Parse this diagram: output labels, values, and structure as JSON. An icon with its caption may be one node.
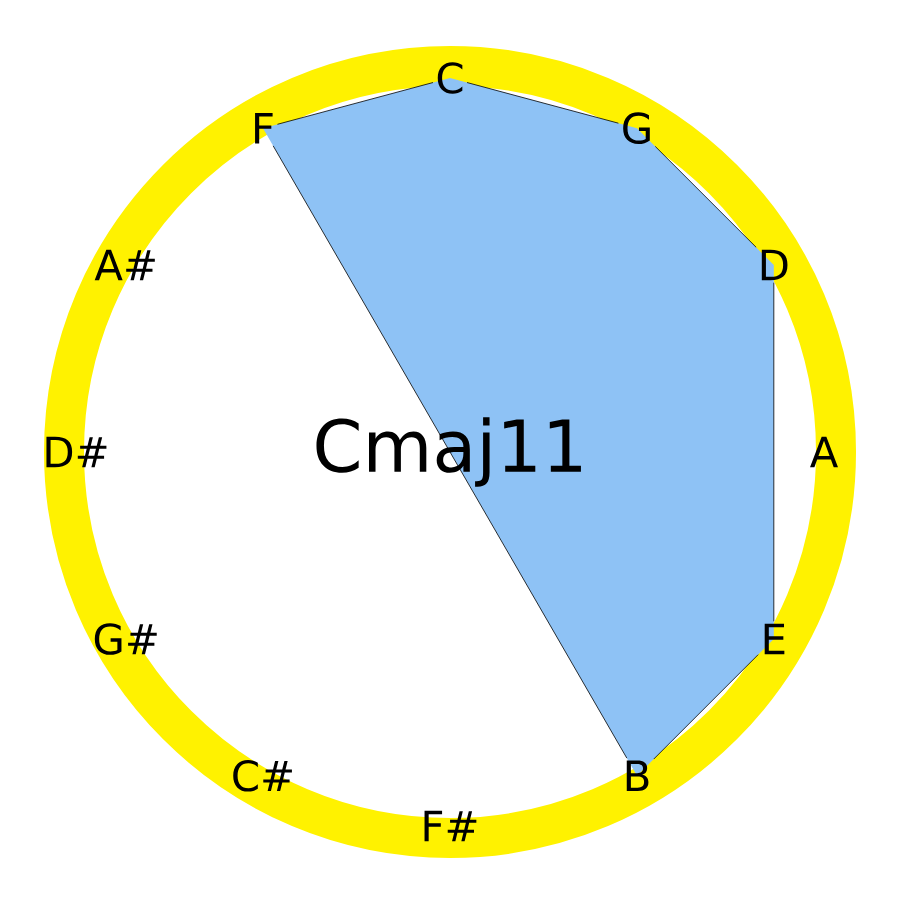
{
  "diagram": {
    "title": "Cmaj11",
    "nodes": [
      {
        "text": [
          "C"
        ]
      },
      {
        "text": [
          "G"
        ]
      },
      {
        "text": [
          "D"
        ]
      },
      {
        "text": [
          "A"
        ]
      },
      {
        "text": [
          "E"
        ]
      },
      {
        "text": [
          "B"
        ]
      },
      {
        "text": [
          "F#"
        ]
      },
      {
        "text": [
          "C#"
        ]
      },
      {
        "text": [
          "G#"
        ]
      },
      {
        "text": [
          "D#"
        ]
      },
      {
        "text": [
          "A#"
        ]
      },
      {
        "text": [
          "F"
        ]
      }
    ],
    "edges": [
      {
        "from": 11,
        "to": 0,
        "arrow": "none"
      },
      {
        "from": 0,
        "to": 1,
        "arrow": "none"
      },
      {
        "from": 1,
        "to": 2,
        "arrow": "none"
      },
      {
        "from": 2,
        "to": 4,
        "arrow": "none"
      },
      {
        "from": 4,
        "to": 5,
        "arrow": "none"
      },
      {
        "from": 5,
        "to": 11,
        "arrow": "none"
      }
    ]
  }
}
